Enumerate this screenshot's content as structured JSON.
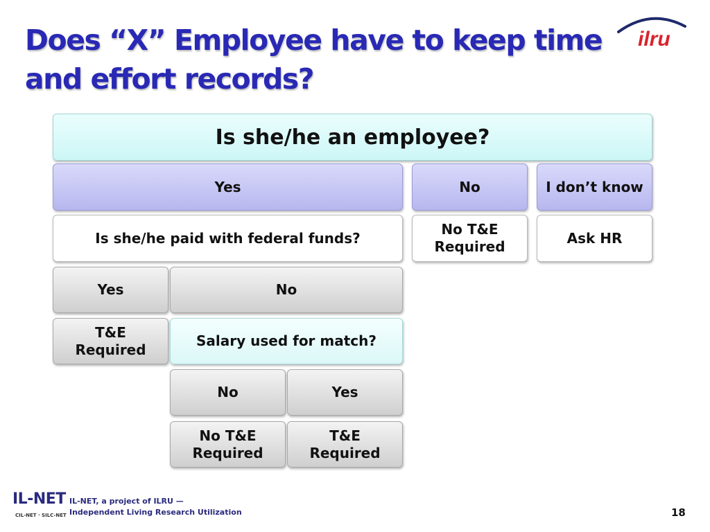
{
  "slide": {
    "title_line1": "Does “X” Employee have to keep time",
    "title_line2": "and effort records?",
    "page_number": "18"
  },
  "logo": {
    "text": "ilru"
  },
  "flowchart": {
    "question_employee": "Is she/he an employee?",
    "employee_yes": "Yes",
    "employee_no": "No",
    "employee_unknown": "I don’t know",
    "question_federal_funds": "Is she/he paid with federal funds?",
    "no_te_required_line1": "No T&E",
    "no_te_required_line2": "Required",
    "ask_hr": "Ask HR",
    "federal_yes": "Yes",
    "federal_no": "No",
    "te_required_line1": "T&E",
    "te_required_line2": "Required",
    "question_salary_match": "Salary used for match?",
    "match_no": "No",
    "match_yes": "Yes",
    "match_no_result_line1": "No T&E",
    "match_no_result_line2": "Required",
    "match_yes_result_line1": "T&E",
    "match_yes_result_line2": "Required"
  },
  "footer": {
    "brand": "IL-NET",
    "brand_sub": "CIL-NET · SILC-NET",
    "line1": "IL-NET, a project of ILRU —",
    "line2": "Independent Living Research Utilization"
  },
  "colors": {
    "title": "#2929b5",
    "logo_red": "#d8242c",
    "logo_navy": "#1f2a6b",
    "cyan_box": "#d6f8f8",
    "purple_box": "#c3c3f3",
    "gray_box": "#dcdcdc"
  }
}
